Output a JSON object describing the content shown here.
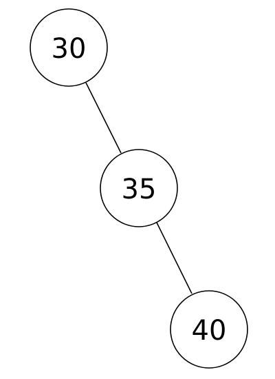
{
  "tree": {
    "nodes": [
      {
        "id": "n30",
        "label": "30"
      },
      {
        "id": "n35",
        "label": "35"
      },
      {
        "id": "n40",
        "label": "40"
      }
    ],
    "edges": [
      {
        "from": "n30",
        "to": "n35"
      },
      {
        "from": "n35",
        "to": "n40"
      }
    ]
  },
  "colors": {
    "stroke": "#000000",
    "fill": "#ffffff",
    "text": "#000000"
  }
}
